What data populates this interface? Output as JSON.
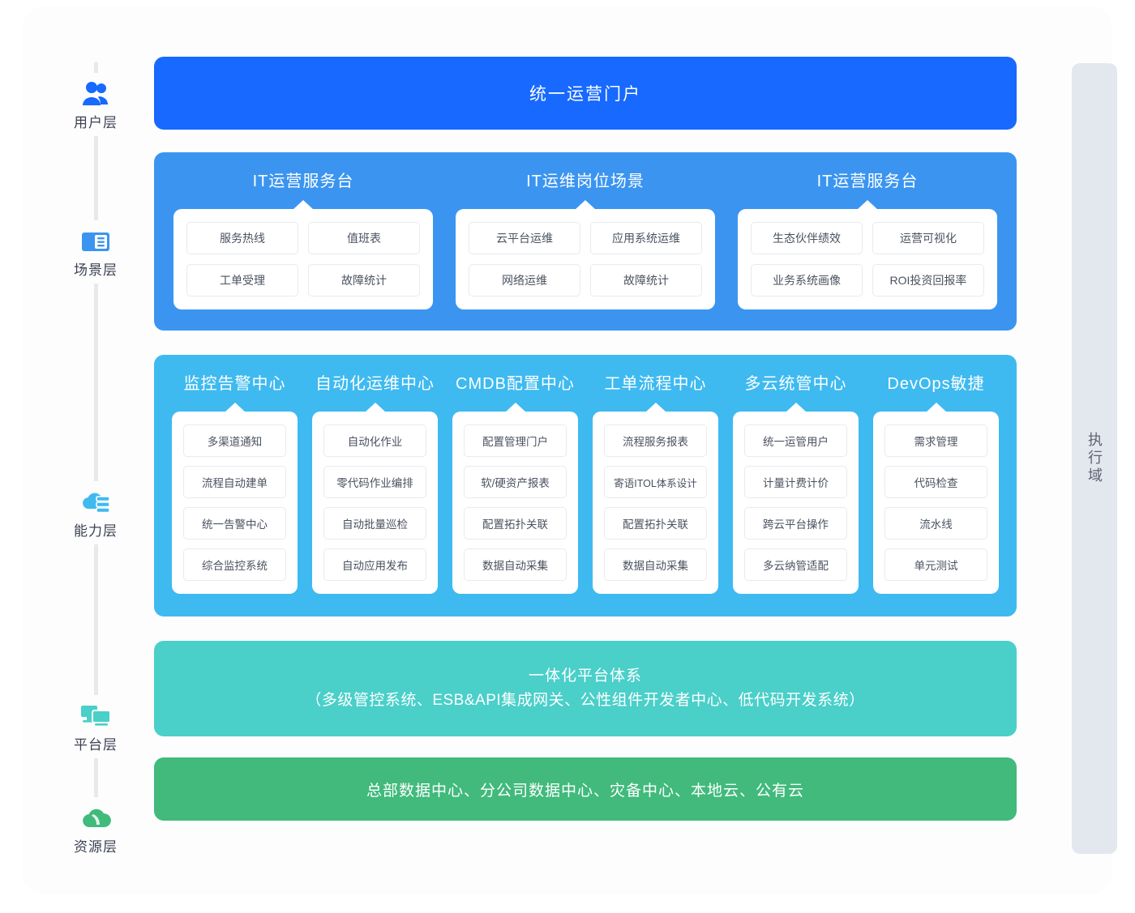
{
  "sidebar": {
    "layers": [
      {
        "label": "用户层",
        "icon": "users-icon",
        "color": "#1769FF"
      },
      {
        "label": "场景层",
        "icon": "document-panel-icon",
        "color": "#3B95F0"
      },
      {
        "label": "能力层",
        "icon": "cloud-server-icon",
        "color": "#3EBAF0"
      },
      {
        "label": "平台层",
        "icon": "monitors-icon",
        "color": "#4ACFC9"
      },
      {
        "label": "资源层",
        "icon": "cloud-icon",
        "color": "#41BA7C"
      }
    ]
  },
  "portal": {
    "title": "统一运营门户",
    "color": "#1769FF"
  },
  "scene_layer": {
    "color": "#3B95F0",
    "groups": [
      {
        "title": "IT运营服务台",
        "items": [
          "服务热线",
          "值班表",
          "工单受理",
          "故障统计"
        ]
      },
      {
        "title": "IT运维岗位场景",
        "items": [
          "云平台运维",
          "应用系统运维",
          "网络运维",
          "故障统计"
        ]
      },
      {
        "title": "IT运营服务台",
        "items": [
          "生态伙伴绩效",
          "运营可视化",
          "业务系统画像",
          "ROI投资回报率"
        ]
      }
    ]
  },
  "capability_layer": {
    "color": "#3EBAF0",
    "columns": [
      {
        "title": "监控告警中心",
        "items": [
          "多渠道通知",
          "流程自动建单",
          "统一告警中心",
          "综合监控系统"
        ]
      },
      {
        "title": "自动化运维中心",
        "items": [
          "自动化作业",
          "零代码作业编排",
          "自动批量巡检",
          "自动应用发布"
        ]
      },
      {
        "title": "CMDB配置中心",
        "items": [
          "配置管理门户",
          "软/硬资产报表",
          "配置拓扑关联",
          "数据自动采集"
        ]
      },
      {
        "title": "工单流程中心",
        "items": [
          "流程服务报表",
          "寄语ITOL体系设计",
          "配置拓扑关联",
          "数据自动采集"
        ]
      },
      {
        "title": "多云统管中心",
        "items": [
          "统一运管用户",
          "计量计费计价",
          "跨云平台操作",
          "多云纳管适配"
        ]
      },
      {
        "title": "DevOps敏捷",
        "items": [
          "需求管理",
          "代码检查",
          "流水线",
          "单元测试"
        ]
      }
    ]
  },
  "platform_layer": {
    "color": "#4ACFC9",
    "title": "一体化平台体系",
    "subtitle": "（多级管控系统、ESB&API集成网关、公性组件开发者中心、低代码开发系统）"
  },
  "resource_layer": {
    "color": "#41BA7C",
    "title": "总部数据中心、分公司数据中心、灾备中心、本地云、公有云"
  },
  "exec_domain": {
    "label": "执行域"
  }
}
